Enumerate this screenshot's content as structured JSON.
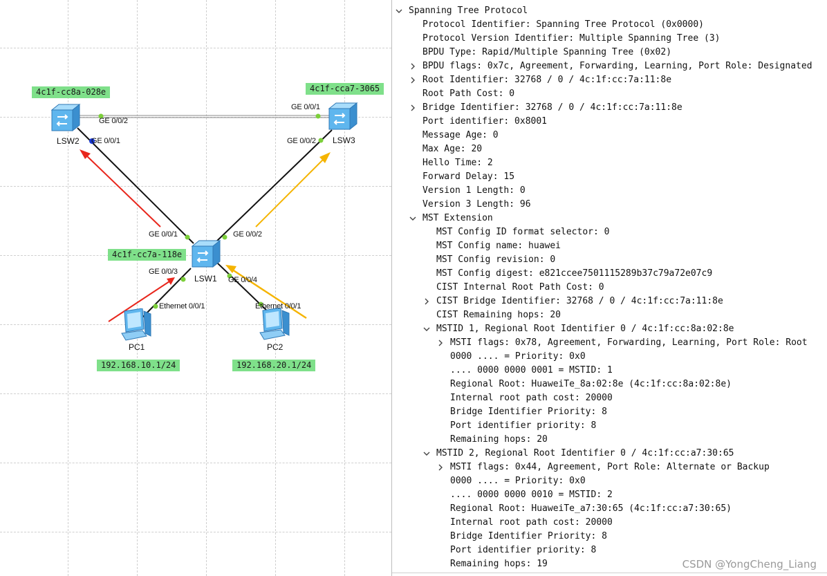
{
  "topology": {
    "devices": {
      "lsw1": {
        "name": "LSW1",
        "mac": "4c1f-cc7a-118e"
      },
      "lsw2": {
        "name": "LSW2",
        "mac": "4c1f-cc8a-028e"
      },
      "lsw3": {
        "name": "LSW3",
        "mac": "4c1f-cca7-3065"
      },
      "pc1": {
        "name": "PC1",
        "ip": "192.168.10.1/24"
      },
      "pc2": {
        "name": "PC2",
        "ip": "192.168.20.1/24"
      }
    },
    "ports": {
      "lsw2_ge002": "GE 0/0/2",
      "lsw2_ge001": "GE 0/0/1",
      "lsw3_ge001": "GE 0/0/1",
      "lsw3_ge002": "GE 0/0/2",
      "lsw1_ge001": "GE 0/0/1",
      "lsw1_ge002": "GE 0/0/2",
      "lsw1_ge003": "GE 0/0/3",
      "lsw1_ge004": "GE 0/0/4",
      "pc1_eth": "Ethernet 0/0/1",
      "pc2_eth": "Ethernet 0/0/1"
    },
    "colors": {
      "label_bg": "#7fe08a",
      "arrow_red": "#e8261c",
      "arrow_orange": "#f5b400",
      "port_up": "#7ccf3a",
      "port_blocked": "#1a3ad6"
    }
  },
  "details": {
    "rows": [
      {
        "text": "Spanning Tree Protocol",
        "indent": 0,
        "toggle": "expanded"
      },
      {
        "text": "Protocol Identifier: Spanning Tree Protocol (0x0000)",
        "indent": 1,
        "toggle": "none"
      },
      {
        "text": "Protocol Version Identifier: Multiple Spanning Tree (3)",
        "indent": 1,
        "toggle": "none"
      },
      {
        "text": "BPDU Type: Rapid/Multiple Spanning Tree (0x02)",
        "indent": 1,
        "toggle": "none"
      },
      {
        "text": "BPDU flags: 0x7c, Agreement, Forwarding, Learning, Port Role: Designated",
        "indent": 1,
        "toggle": "collapsed"
      },
      {
        "text": "Root Identifier: 32768 / 0 / 4c:1f:cc:7a:11:8e",
        "indent": 1,
        "toggle": "collapsed"
      },
      {
        "text": "Root Path Cost: 0",
        "indent": 1,
        "toggle": "none"
      },
      {
        "text": "Bridge Identifier: 32768 / 0 / 4c:1f:cc:7a:11:8e",
        "indent": 1,
        "toggle": "collapsed"
      },
      {
        "text": "Port identifier: 0x8001",
        "indent": 1,
        "toggle": "none"
      },
      {
        "text": "Message Age: 0",
        "indent": 1,
        "toggle": "none"
      },
      {
        "text": "Max Age: 20",
        "indent": 1,
        "toggle": "none"
      },
      {
        "text": "Hello Time: 2",
        "indent": 1,
        "toggle": "none"
      },
      {
        "text": "Forward Delay: 15",
        "indent": 1,
        "toggle": "none"
      },
      {
        "text": "Version 1 Length: 0",
        "indent": 1,
        "toggle": "none"
      },
      {
        "text": "Version 3 Length: 96",
        "indent": 1,
        "toggle": "none"
      },
      {
        "text": "MST Extension",
        "indent": 1,
        "toggle": "expanded"
      },
      {
        "text": "MST Config ID format selector: 0",
        "indent": 2,
        "toggle": "none"
      },
      {
        "text": "MST Config name: huawei",
        "indent": 2,
        "toggle": "none"
      },
      {
        "text": "MST Config revision: 0",
        "indent": 2,
        "toggle": "none"
      },
      {
        "text": "MST Config digest: e821ccee7501115289b37c79a72e07c9",
        "indent": 2,
        "toggle": "none"
      },
      {
        "text": "CIST Internal Root Path Cost: 0",
        "indent": 2,
        "toggle": "none"
      },
      {
        "text": "CIST Bridge Identifier: 32768 / 0 / 4c:1f:cc:7a:11:8e",
        "indent": 2,
        "toggle": "collapsed"
      },
      {
        "text": "CIST Remaining hops: 20",
        "indent": 2,
        "toggle": "none"
      },
      {
        "text": "MSTID 1, Regional Root Identifier 0 / 4c:1f:cc:8a:02:8e",
        "indent": 2,
        "toggle": "expanded"
      },
      {
        "text": "MSTI flags: 0x78, Agreement, Forwarding, Learning, Port Role: Root",
        "indent": 3,
        "toggle": "collapsed"
      },
      {
        "text": "0000 .... = Priority: 0x0",
        "indent": 3,
        "toggle": "none"
      },
      {
        "text": ".... 0000 0000 0001 = MSTID: 1",
        "indent": 3,
        "toggle": "none"
      },
      {
        "text": "Regional Root: HuaweiTe_8a:02:8e (4c:1f:cc:8a:02:8e)",
        "indent": 3,
        "toggle": "none"
      },
      {
        "text": "Internal root path cost: 20000",
        "indent": 3,
        "toggle": "none"
      },
      {
        "text": "Bridge Identifier Priority: 8",
        "indent": 3,
        "toggle": "none"
      },
      {
        "text": "Port identifier priority: 8",
        "indent": 3,
        "toggle": "none"
      },
      {
        "text": "Remaining hops: 20",
        "indent": 3,
        "toggle": "none"
      },
      {
        "text": "MSTID 2, Regional Root Identifier 0 / 4c:1f:cc:a7:30:65",
        "indent": 2,
        "toggle": "expanded"
      },
      {
        "text": "MSTI flags: 0x44, Agreement, Port Role: Alternate or Backup",
        "indent": 3,
        "toggle": "collapsed"
      },
      {
        "text": "0000 .... = Priority: 0x0",
        "indent": 3,
        "toggle": "none"
      },
      {
        "text": ".... 0000 0000 0010 = MSTID: 2",
        "indent": 3,
        "toggle": "none"
      },
      {
        "text": "Regional Root: HuaweiTe_a7:30:65 (4c:1f:cc:a7:30:65)",
        "indent": 3,
        "toggle": "none"
      },
      {
        "text": "Internal root path cost: 20000",
        "indent": 3,
        "toggle": "none"
      },
      {
        "text": "Bridge Identifier Priority: 8",
        "indent": 3,
        "toggle": "none"
      },
      {
        "text": "Port identifier priority: 8",
        "indent": 3,
        "toggle": "none"
      },
      {
        "text": "Remaining hops: 19",
        "indent": 3,
        "toggle": "none"
      }
    ]
  },
  "watermark": "CSDN @YongCheng_Liang"
}
